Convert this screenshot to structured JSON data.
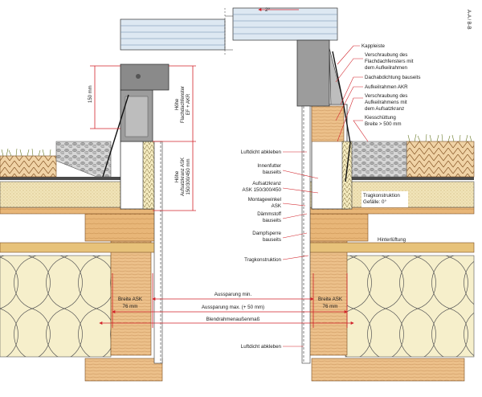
{
  "section_id": "A-A / B-B",
  "slope": "2°",
  "labels": {
    "kappleiste": "Kappleiste",
    "verschraubung_fdf_1": "Verschraubung des",
    "verschraubung_fdf_2": "Flachdachfensters mit",
    "verschraubung_fdf_3": "dem Aufkeilrahmen",
    "dachabdichtung": "Dachabdichtung bauseits",
    "aufkeilrahmen": "Aufkeilrahmen AKR",
    "verschraubung_akr_1": "Verschraubung des",
    "verschraubung_akr_2": "Aufkeilrahmens mit",
    "verschraubung_akr_3": "dem Aufsatzkranz",
    "kiesschuettung_1": "Kiesschüttung",
    "kiesschuettung_2": "Breite > 500 mm",
    "luftdicht_oben": "Luftdicht abkleben",
    "innenfutter_1": "Innenfutter",
    "innenfutter_2": "bauseits",
    "aufsatzkranz_1": "Aufsatzkranz",
    "aufsatzkranz_2": "ASK 150/300/450",
    "tragkonstruktion_gefaelle_1": "Tragkonstruktion",
    "tragkonstruktion_gefaelle_2": "Gefälle: 0°",
    "montagewinkel_1": "Montagewinkel",
    "montagewinkel_2": "ASK",
    "daemmstoff_1": "Dämmstoff",
    "daemmstoff_2": "bauseits",
    "hinterlueftung": "Hinterlüftung",
    "dampfsperre_1": "Dampfsperre",
    "dampfsperre_2": "bauseits",
    "tragkonstruktion": "Tragkonstruktion",
    "luftdicht_unten": "Luftdicht abkleben",
    "dim_150": "150 mm",
    "hoehe_fdf_1": "Höhe",
    "hoehe_fdf_2": "Flachdachfenster",
    "hoehe_fdf_3": "EF + AKR",
    "hoehe_ask_1": "Höhe",
    "hoehe_ask_2": "Aufsatzkranz ASK",
    "hoehe_ask_3": "150/300/450 mm",
    "breite_ask_l_1": "Breite ASK",
    "breite_ask_l_2": "76 mm",
    "breite_ask_r_1": "Breite ASK",
    "breite_ask_r_2": "76 mm",
    "aussparung_min": "Aussparung min.",
    "aussparung_max": "Aussparung max. (+ 50 mm)",
    "blendrahmen": "Blendrahmenaußenmaß"
  },
  "colors": {
    "dimension": "#d2232a",
    "timber": "#e9b87a",
    "insulation": "#f4ecc4",
    "gravel": "#b9b9b9",
    "frame": "#9a9a9a",
    "glazing": "#dfe9f2"
  }
}
